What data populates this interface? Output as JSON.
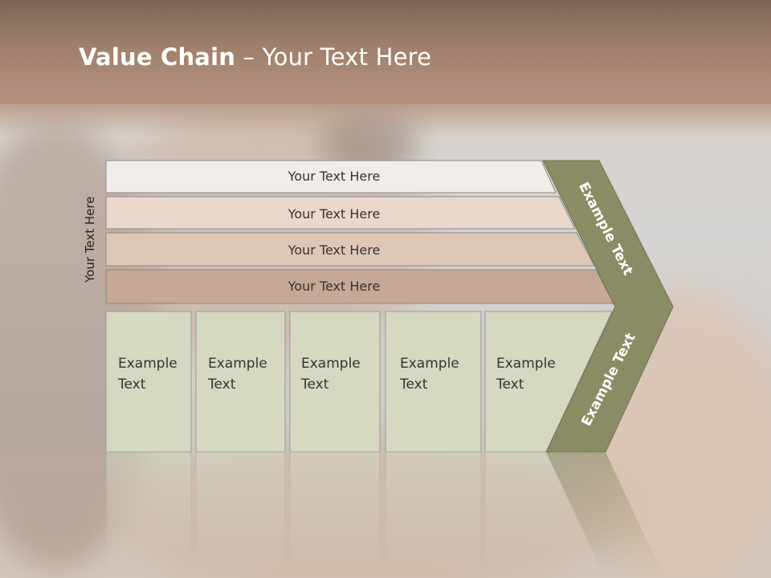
{
  "slide": {
    "title_bold": "Value Chain",
    "title_rest": " – Your Text Here",
    "side_label": "Your Text Here"
  },
  "bars": [
    "Your Text Here",
    "Your Text Here",
    "Your Text Here",
    "Your Text Here"
  ],
  "boxes": [
    {
      "line1": "Example",
      "line2": "Text"
    },
    {
      "line1": "Example",
      "line2": "Text"
    },
    {
      "line1": "Example",
      "line2": "Text"
    },
    {
      "line1": "Example",
      "line2": "Text"
    },
    {
      "line1": "Example",
      "line2": "Text"
    }
  ],
  "chevron": {
    "upper_text": "Example Text",
    "lower_text": "Example Text"
  },
  "colors": {
    "bar1": "#f1ece8",
    "bar2": "#ead8cc",
    "bar3": "#dfc7b8",
    "bar4": "#c7a796",
    "box": "#d6d8c2",
    "chevron": "#8a8c64"
  }
}
